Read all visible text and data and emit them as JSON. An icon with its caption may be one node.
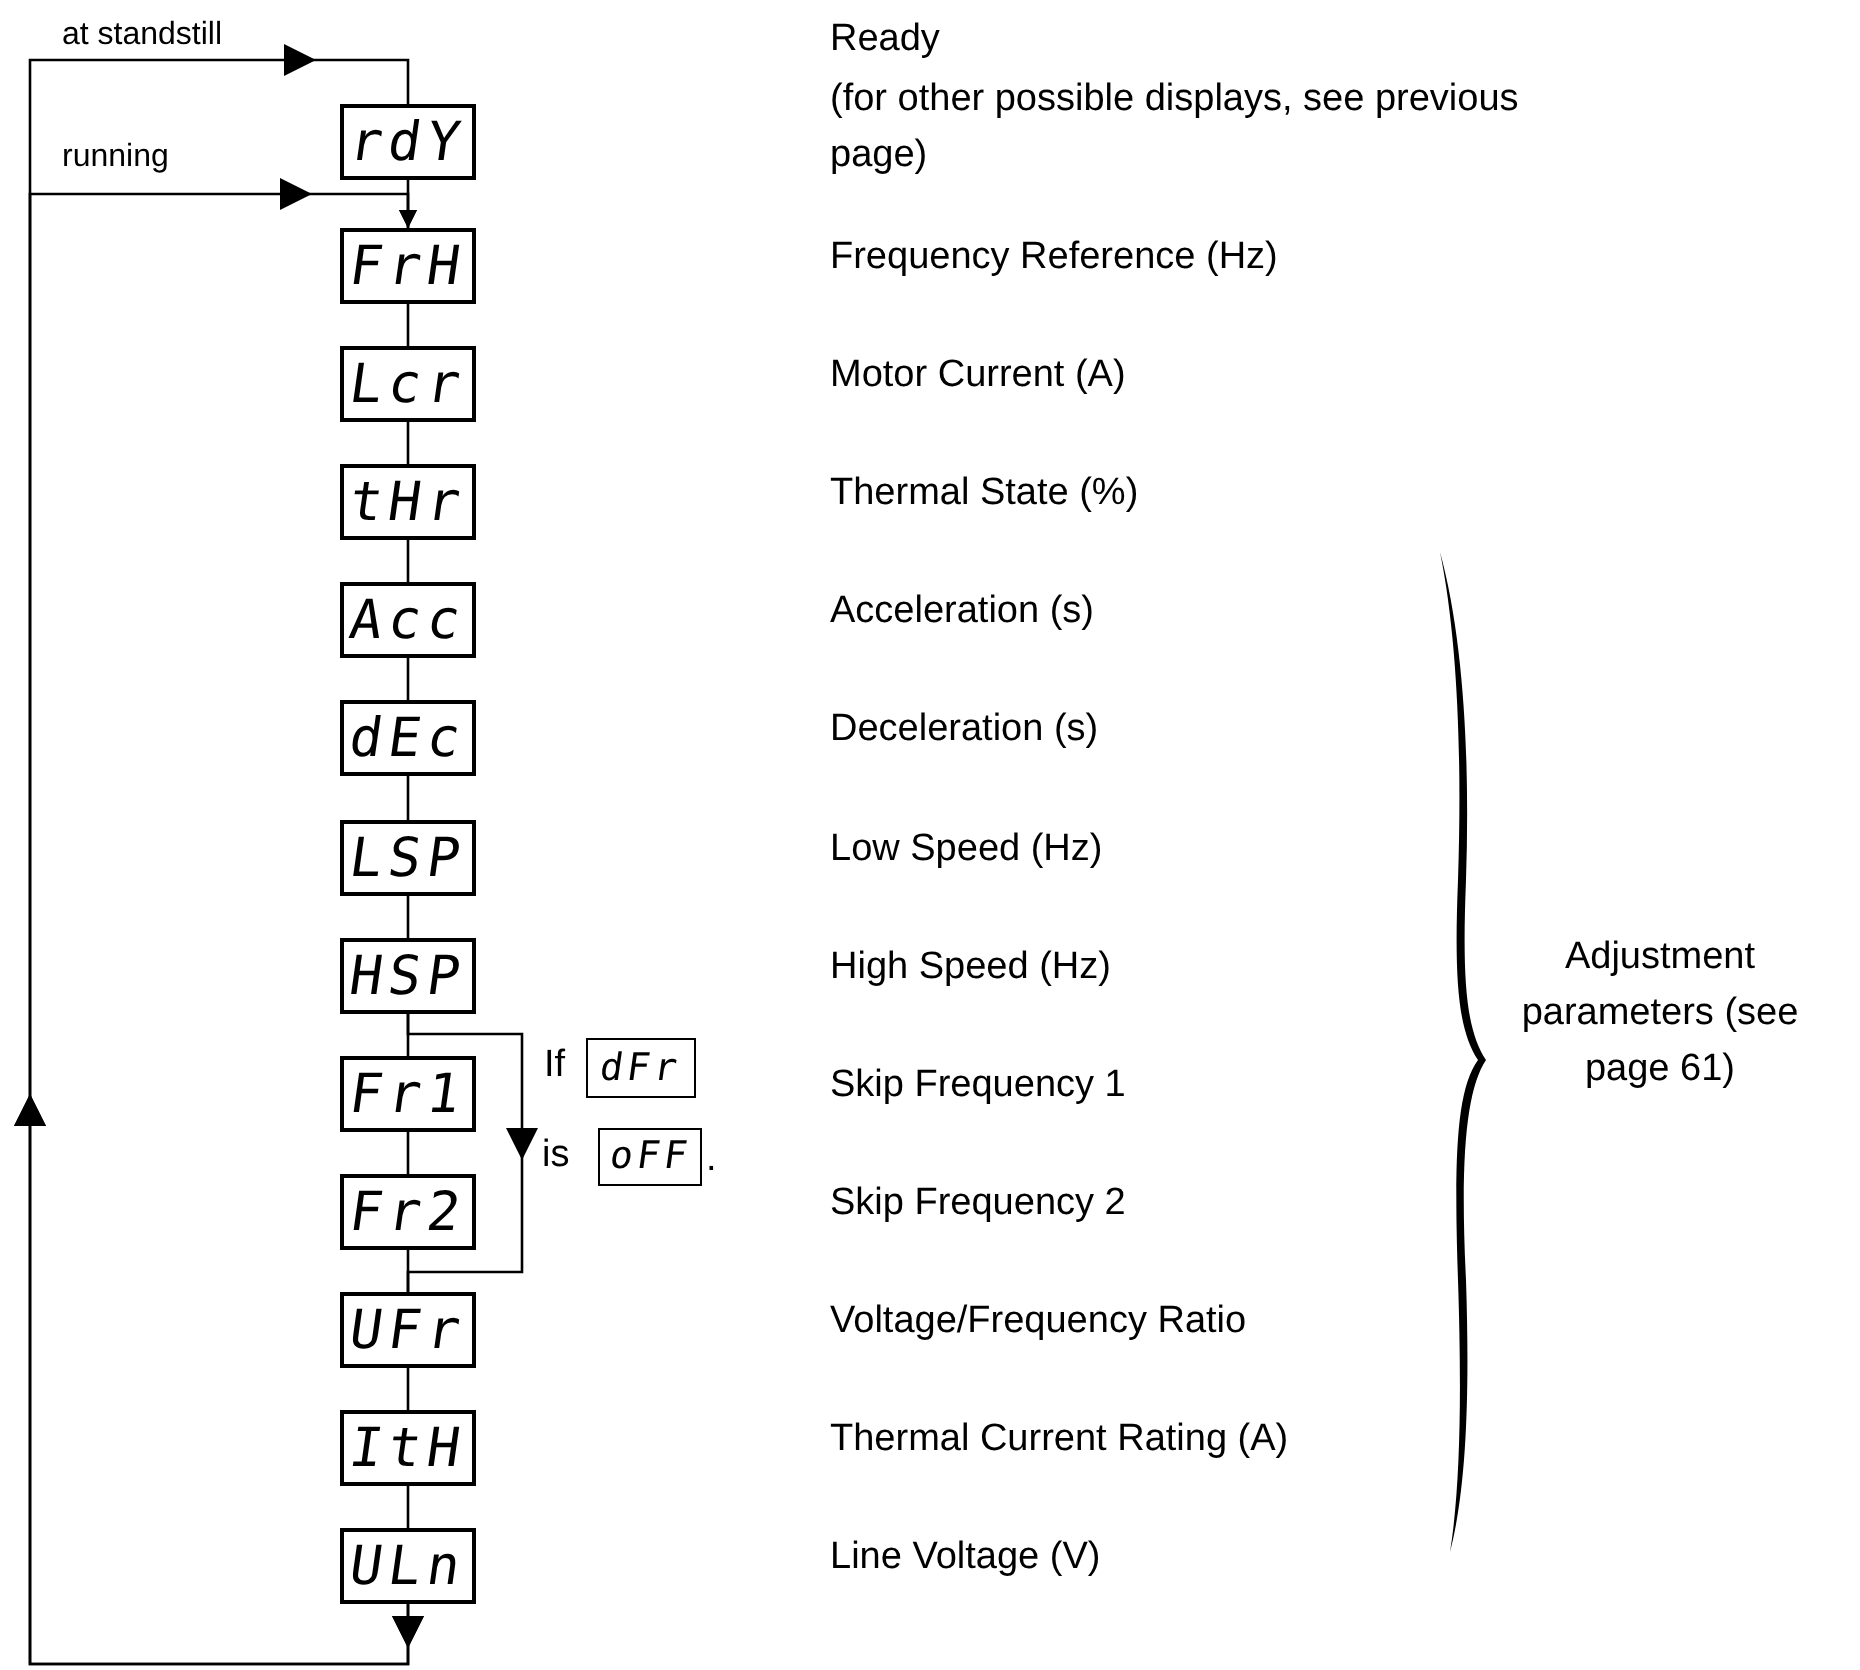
{
  "diagram": {
    "nodes": [
      {
        "text": [
          "rdY"
        ]
      },
      {
        "text": [
          "FrH"
        ]
      },
      {
        "text": [
          "Lcr"
        ]
      },
      {
        "text": [
          "tHr"
        ]
      },
      {
        "text": [
          "Acc"
        ]
      },
      {
        "text": [
          "dEc"
        ]
      },
      {
        "text": [
          "LSP"
        ]
      },
      {
        "text": [
          "HSP"
        ]
      },
      {
        "text": [
          "Fr1"
        ]
      },
      {
        "text": [
          "Fr2"
        ]
      },
      {
        "text": [
          "UFr"
        ]
      },
      {
        "text": [
          "ItH"
        ]
      },
      {
        "text": [
          "ULn"
        ]
      },
      {
        "text": [
          "dFr"
        ]
      },
      {
        "text": [
          "oFF"
        ]
      }
    ],
    "edges": [
      {
        "from": 12,
        "to": 0,
        "arrow": "to",
        "label": "at standstill"
      },
      {
        "from": 12,
        "to": 1,
        "arrow": "to",
        "label": "running"
      },
      {
        "from": 0,
        "to": 1,
        "arrow": "to"
      },
      {
        "from": 1,
        "to": 2,
        "arrow": "none"
      },
      {
        "from": 2,
        "to": 3,
        "arrow": "none"
      },
      {
        "from": 3,
        "to": 4,
        "arrow": "none"
      },
      {
        "from": 4,
        "to": 5,
        "arrow": "none"
      },
      {
        "from": 5,
        "to": 6,
        "arrow": "none"
      },
      {
        "from": 6,
        "to": 7,
        "arrow": "none"
      },
      {
        "from": 7,
        "to": 8,
        "arrow": "none"
      },
      {
        "from": 8,
        "to": 9,
        "arrow": "none"
      },
      {
        "from": 9,
        "to": 10,
        "arrow": "none"
      },
      {
        "from": 10,
        "to": 11,
        "arrow": "none"
      },
      {
        "from": 11,
        "to": 12,
        "arrow": "none"
      },
      {
        "from": 7,
        "to": 10,
        "arrow": "to"
      }
    ],
    "labels": [
      "Ready",
      "(for other possible displays, see previous page)",
      "Frequency Reference (Hz)",
      "Motor Current (A)",
      "Thermal State (%)",
      "Acceleration (s)",
      "Deceleration (s)",
      "Low Speed (Hz)",
      "High Speed (Hz)",
      "If",
      "Skip Frequency 1",
      "Adjustment parameters (see page 61)",
      "is",
      ".",
      "Skip Frequency 2",
      "Voltage/Frequency Ratio",
      "Thermal Current Rating (A)",
      "Line Voltage (V)"
    ]
  }
}
